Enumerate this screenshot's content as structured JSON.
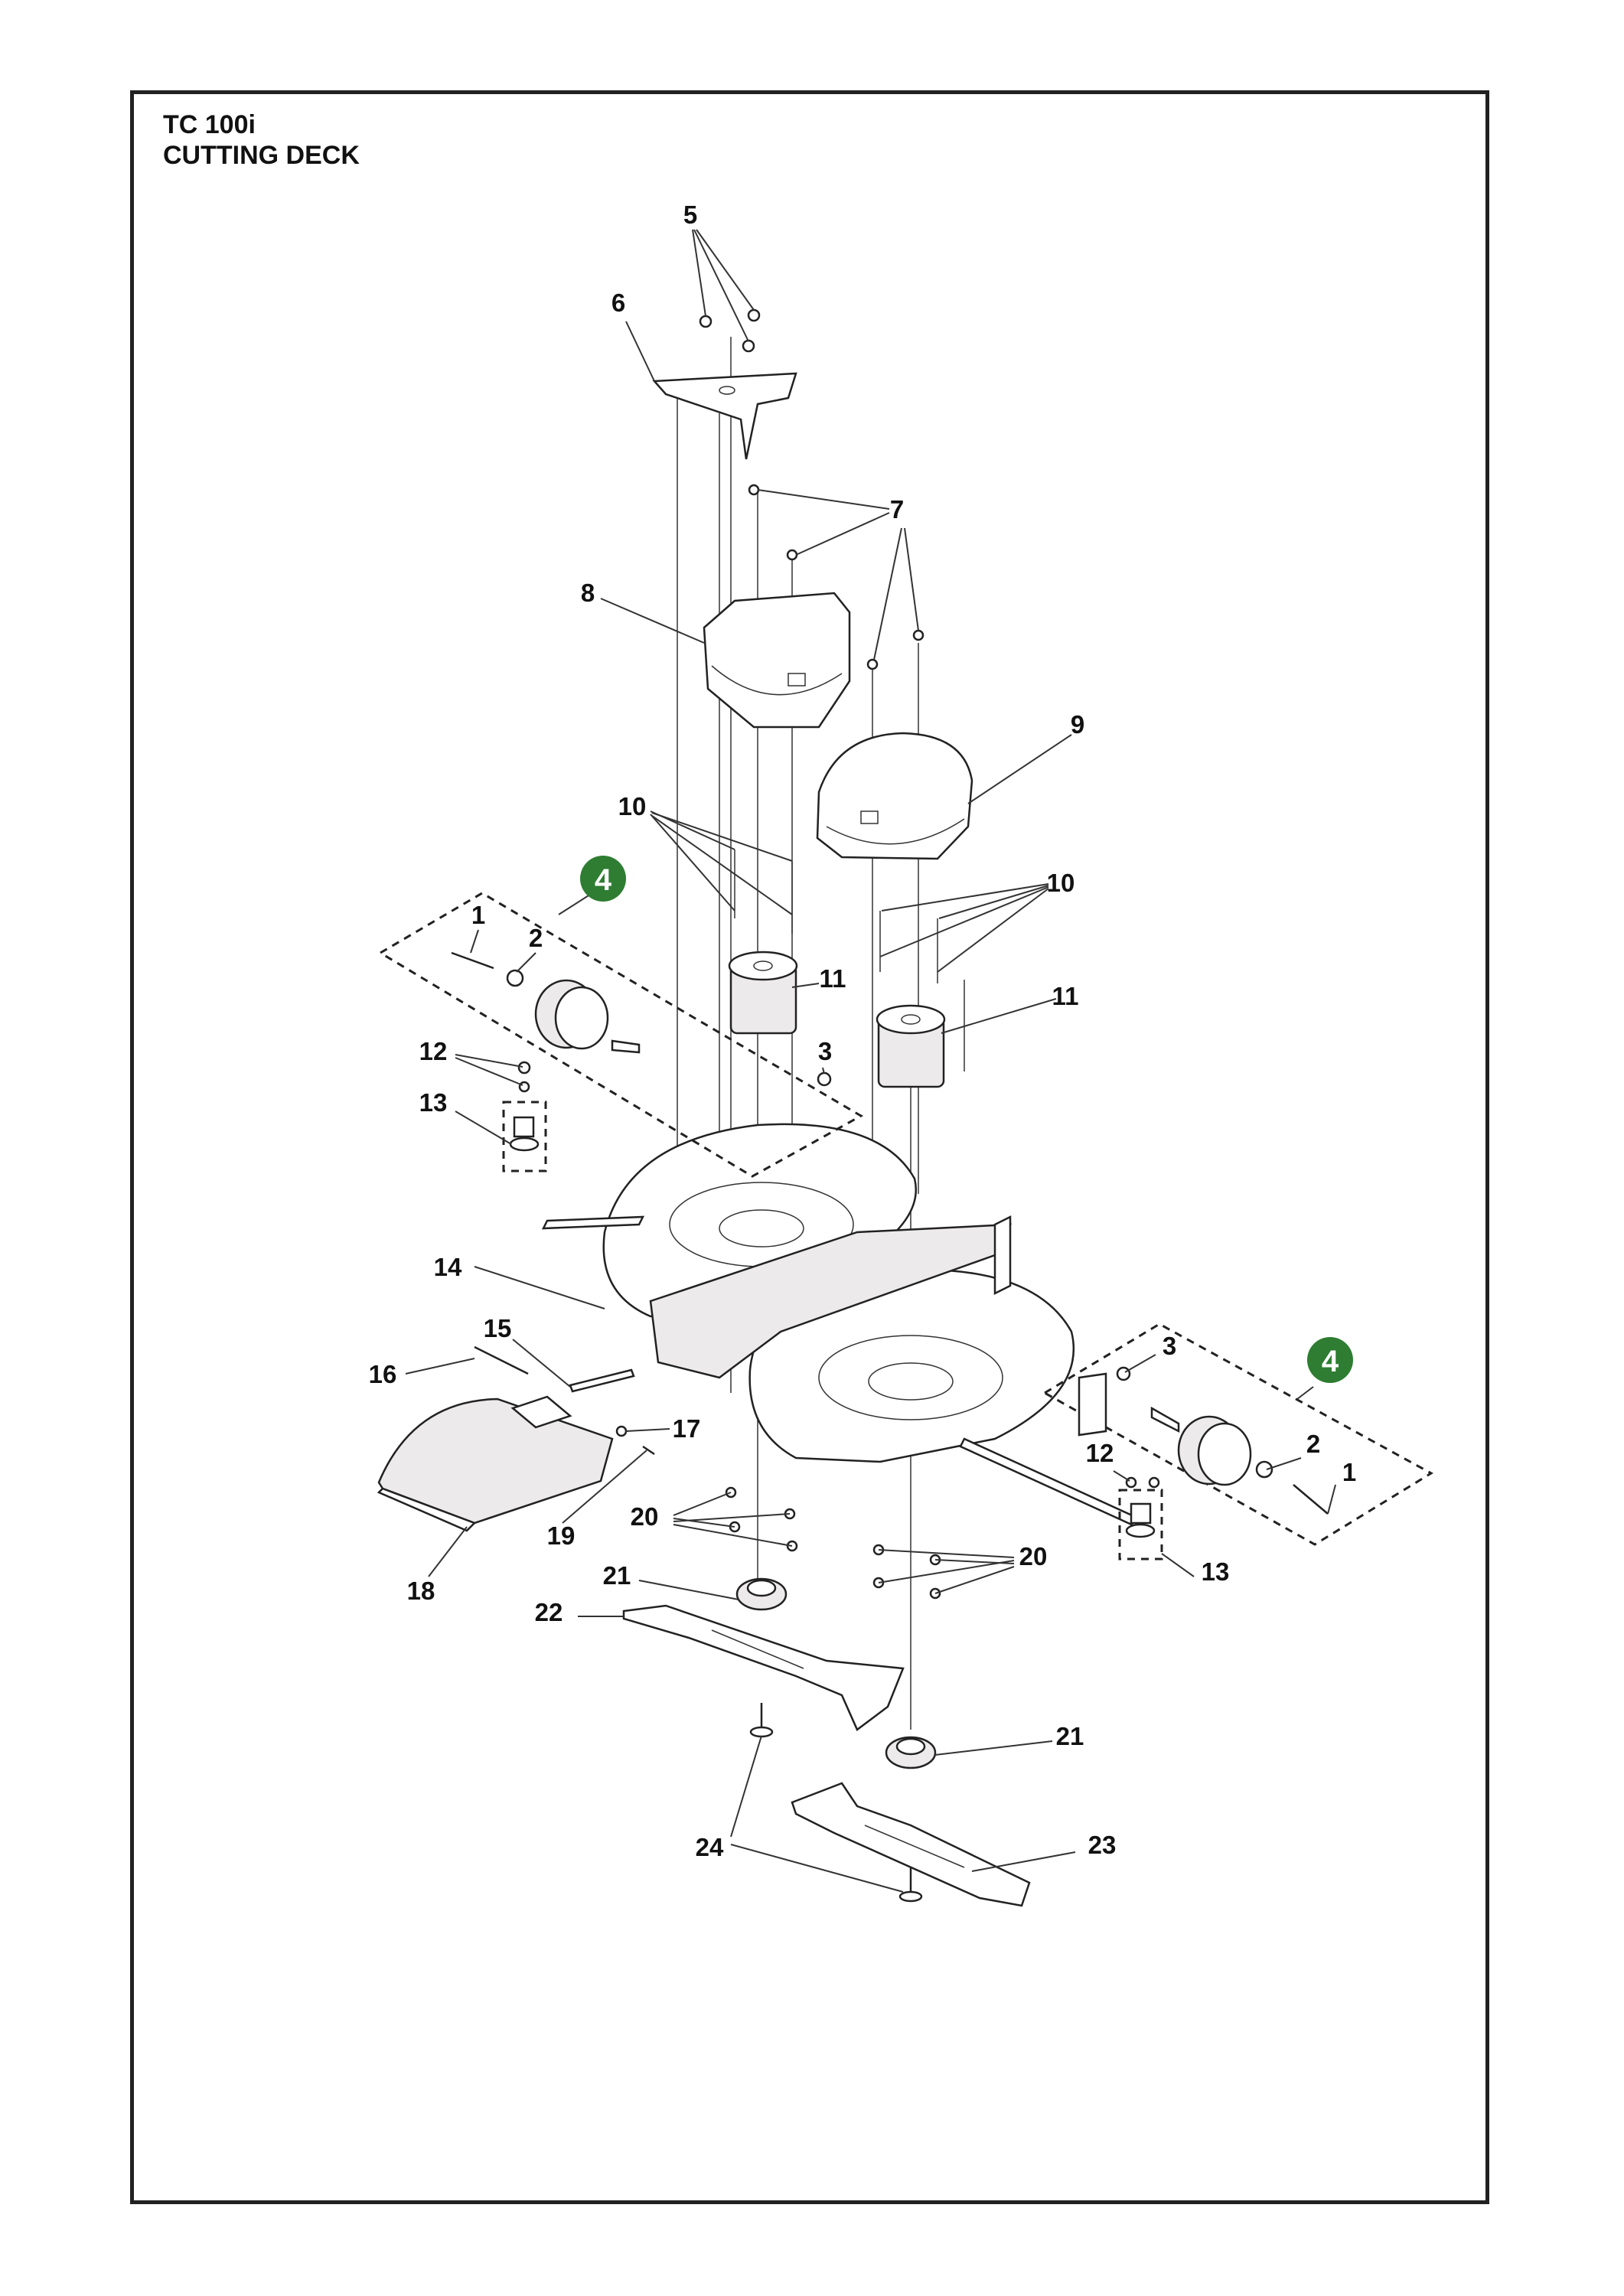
{
  "header": {
    "model": "TC 100i",
    "section": "CUTTING DECK"
  },
  "labels": {
    "p1_left": "1",
    "p2_left": "2",
    "p3_left": "3",
    "p4_left": "4",
    "p5": "5",
    "p6": "6",
    "p7": "7",
    "p8": "8",
    "p9": "9",
    "p10_left": "10",
    "p10_right": "10",
    "p11_left": "11",
    "p11_right": "11",
    "p12_left": "12",
    "p13_left": "13",
    "p14": "14",
    "p15": "15",
    "p16": "16",
    "p17": "17",
    "p18": "18",
    "p19": "19",
    "p20_left": "20",
    "p20_right": "20",
    "p21_left": "21",
    "p21_right": "21",
    "p22": "22",
    "p23": "23",
    "p24": "24",
    "p1_right": "1",
    "p2_right": "2",
    "p3_right": "3",
    "p4_right": "4",
    "p12_right": "12",
    "p13_right": "13"
  },
  "colors": {
    "badge": "#2e7d32",
    "line": "#222222"
  }
}
